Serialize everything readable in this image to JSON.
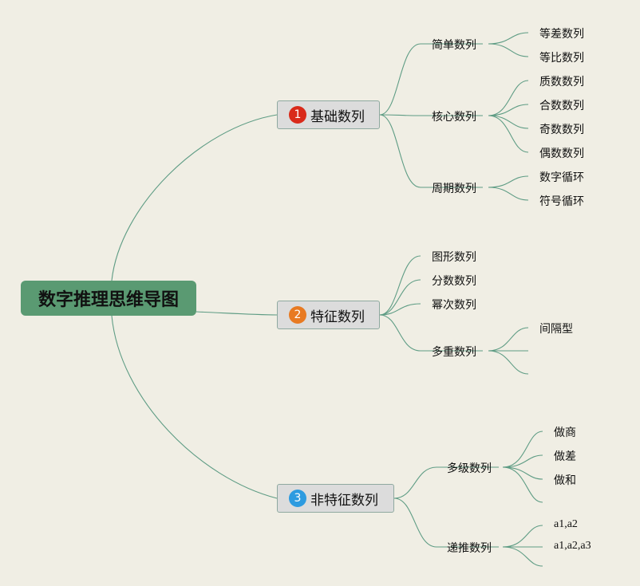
{
  "root": {
    "title": "数字推理思维导图"
  },
  "branches": [
    {
      "num": "1",
      "badge_color": "#d92a1a",
      "title": "基础数列",
      "children": [
        {
          "title": "简单数列",
          "leaves": [
            "等差数列",
            "等比数列"
          ]
        },
        {
          "title": "核心数列",
          "leaves": [
            "质数数列",
            "合数数列",
            "奇数数列",
            "偶数数列"
          ]
        },
        {
          "title": "周期数列",
          "leaves": [
            "数字循环",
            "符号循环"
          ]
        }
      ]
    },
    {
      "num": "2",
      "badge_color": "#e87a22",
      "title": "特征数列",
      "children": [
        {
          "title": "图形数列",
          "leaves": []
        },
        {
          "title": "分数数列",
          "leaves": []
        },
        {
          "title": "幂次数列",
          "leaves": []
        },
        {
          "title": "多重数列",
          "leaves": [
            "间隔型",
            "",
            ""
          ]
        }
      ]
    },
    {
      "num": "3",
      "badge_color": "#2d9be0",
      "title": "非特征数列",
      "children": [
        {
          "title": "多级数列",
          "leaves": [
            "做商",
            "做差",
            "做和",
            ""
          ]
        },
        {
          "title": "递推数列",
          "leaves": [
            "a1,a2",
            "a1,a2,a3",
            ""
          ]
        }
      ]
    }
  ],
  "colors": {
    "line": "#5e9c84",
    "root_bg": "#5a9a72",
    "main_bg": "#dcdcdc"
  }
}
